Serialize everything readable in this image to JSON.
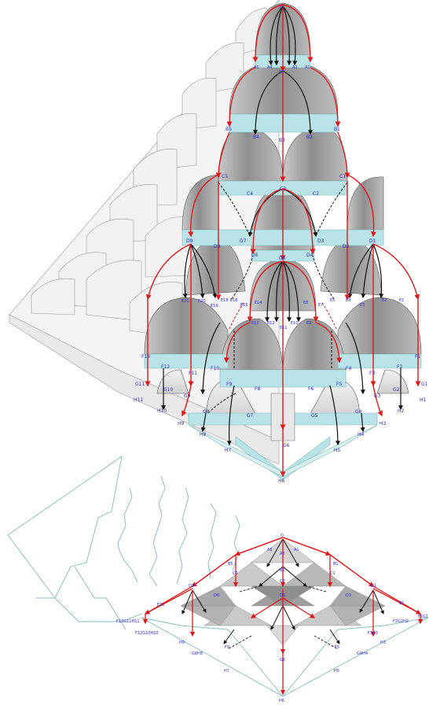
{
  "colors": {
    "red": "#e01818",
    "black": "#111111",
    "blue_label": "#2a2ad8",
    "teal_band": "#b9e3e6",
    "teal_line": "#7fbcbf",
    "dome_gray": "#9a9a9a",
    "dome_light": "#d6d6d6",
    "ghost": "#e6e6e6"
  },
  "top_labels": [
    {
      "id": "O",
      "text": "O"
    },
    {
      "id": "A5",
      "text": "A5"
    },
    {
      "id": "A4",
      "text": "A4"
    },
    {
      "id": "A3",
      "text": "A3"
    },
    {
      "id": "A2",
      "text": "A2"
    },
    {
      "id": "A1",
      "text": "A1"
    },
    {
      "id": "B5",
      "text": "B5"
    },
    {
      "id": "B4",
      "text": "B4"
    },
    {
      "id": "B3",
      "text": "B3"
    },
    {
      "id": "B2",
      "text": "B2"
    },
    {
      "id": "B1",
      "text": "B1"
    },
    {
      "id": "C5",
      "text": "C5"
    },
    {
      "id": "C4",
      "text": "C4"
    },
    {
      "id": "C3",
      "text": "C3"
    },
    {
      "id": "C2",
      "text": "C2"
    },
    {
      "id": "C1",
      "text": "C1"
    },
    {
      "id": "D9",
      "text": "D9"
    },
    {
      "id": "D8",
      "text": "D8"
    },
    {
      "id": "D7",
      "text": "D7"
    },
    {
      "id": "D6",
      "text": "D6"
    },
    {
      "id": "D5",
      "text": "D5"
    },
    {
      "id": "D4",
      "text": "D4"
    },
    {
      "id": "D3",
      "text": "D3"
    },
    {
      "id": "D2",
      "text": "D2"
    },
    {
      "id": "D1",
      "text": "D1"
    },
    {
      "id": "E21",
      "text": "E21"
    },
    {
      "id": "E20",
      "text": "E20"
    },
    {
      "id": "E19",
      "text": "E19"
    },
    {
      "id": "E18",
      "text": "E18"
    },
    {
      "id": "E16",
      "text": "E16"
    },
    {
      "id": "E15",
      "text": "E15"
    },
    {
      "id": "E14",
      "text": "E14"
    },
    {
      "id": "E13",
      "text": "E13"
    },
    {
      "id": "E12",
      "text": "E12"
    },
    {
      "id": "E11",
      "text": "E11"
    },
    {
      "id": "E10",
      "text": "E10"
    },
    {
      "id": "E9",
      "text": "E9"
    },
    {
      "id": "E8",
      "text": "E8"
    },
    {
      "id": "E7",
      "text": "E7"
    },
    {
      "id": "E5",
      "text": "E5"
    },
    {
      "id": "E4",
      "text": "E4"
    },
    {
      "id": "E3",
      "text": "E3"
    },
    {
      "id": "E2",
      "text": "E2"
    },
    {
      "id": "E1",
      "text": "E1"
    },
    {
      "id": "F13",
      "text": "F13"
    },
    {
      "id": "F12",
      "text": "F12"
    },
    {
      "id": "F11",
      "text": "F11"
    },
    {
      "id": "F10",
      "text": "F10"
    },
    {
      "id": "F9",
      "text": "F9"
    },
    {
      "id": "F8",
      "text": "F8"
    },
    {
      "id": "F6",
      "text": "F6"
    },
    {
      "id": "F5",
      "text": "F5"
    },
    {
      "id": "F4",
      "text": "F4"
    },
    {
      "id": "F3",
      "text": "F3"
    },
    {
      "id": "F2",
      "text": "F2"
    },
    {
      "id": "F1",
      "text": "F1"
    },
    {
      "id": "G11",
      "text": "G11"
    },
    {
      "id": "G10",
      "text": "G10"
    },
    {
      "id": "G9",
      "text": "G9"
    },
    {
      "id": "G8",
      "text": "G8"
    },
    {
      "id": "G7",
      "text": "G7"
    },
    {
      "id": "G6",
      "text": "G6"
    },
    {
      "id": "G5",
      "text": "G5"
    },
    {
      "id": "G4",
      "text": "G4"
    },
    {
      "id": "G3",
      "text": "G3"
    },
    {
      "id": "G2",
      "text": "G2"
    },
    {
      "id": "G1",
      "text": "G1"
    },
    {
      "id": "H11",
      "text": "H11"
    },
    {
      "id": "H10",
      "text": "H10"
    },
    {
      "id": "H9",
      "text": "H9"
    },
    {
      "id": "H8",
      "text": "H8"
    },
    {
      "id": "H7",
      "text": "H7"
    },
    {
      "id": "H6",
      "text": "H6"
    },
    {
      "id": "H5",
      "text": "H5"
    },
    {
      "id": "H4",
      "text": "H4"
    },
    {
      "id": "H3",
      "text": "H3"
    },
    {
      "id": "H2",
      "text": "H2"
    },
    {
      "id": "H1",
      "text": "H1"
    }
  ],
  "bottom_labels": [
    {
      "id": "O",
      "text": "O"
    },
    {
      "id": "A5",
      "text": "A5"
    },
    {
      "id": "A3",
      "text": "A3"
    },
    {
      "id": "A1",
      "text": "A1"
    },
    {
      "id": "B5",
      "text": "B5"
    },
    {
      "id": "B3",
      "text": "B3"
    },
    {
      "id": "B1",
      "text": "B1"
    },
    {
      "id": "C5",
      "text": "C5"
    },
    {
      "id": "C3",
      "text": "C3"
    },
    {
      "id": "C1",
      "text": "C1"
    },
    {
      "id": "D9",
      "text": "D9"
    },
    {
      "id": "D8",
      "text": "D8"
    },
    {
      "id": "D5",
      "text": "D5"
    },
    {
      "id": "D3",
      "text": "D3"
    },
    {
      "id": "D1",
      "text": "D1"
    },
    {
      "id": "E21",
      "text": "E21"
    },
    {
      "id": "E1",
      "text": "E1"
    },
    {
      "id": "F13G11H11",
      "text": "F13G11H11"
    },
    {
      "id": "F12G10H10",
      "text": "F12G10H10"
    },
    {
      "id": "F2G2H2",
      "text": "F2G2H2"
    },
    {
      "id": "F1G1",
      "text": "F1G1"
    },
    {
      "id": "H9",
      "text": "H9"
    },
    {
      "id": "G8H8",
      "text": "G8H8"
    },
    {
      "id": "H7",
      "text": "H7"
    },
    {
      "id": "G6",
      "text": "G6"
    },
    {
      "id": "H6",
      "text": "H6"
    },
    {
      "id": "H5",
      "text": "H5"
    },
    {
      "id": "G4H4",
      "text": "G4H4"
    },
    {
      "id": "H3",
      "text": "H3"
    },
    {
      "id": "F3G3",
      "text": "F3G3"
    },
    {
      "id": "F5",
      "text": "F5"
    },
    {
      "id": "F9",
      "text": "F9"
    }
  ]
}
